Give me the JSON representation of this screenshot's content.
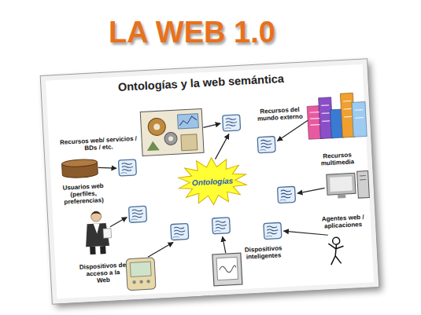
{
  "diagram": {
    "title": "LA WEB 1.0",
    "nodes": [
      {
        "text": [
          "Ontologías y la web semántica"
        ]
      },
      {
        "text": [
          "Recursos web/ servicios / BDs / etc."
        ],
        "in": 0
      },
      {
        "text": [
          "Recursos del mundo externo"
        ],
        "in": 0
      },
      {
        "text": [
          "Usuarios web (perfiles, preferencias)"
        ],
        "in": 0
      },
      {
        "text": [
          "Ontologías"
        ],
        "in": 0
      },
      {
        "text": [
          "Recursos multimedia"
        ],
        "in": 0
      },
      {
        "text": [
          "Agentes web / aplicaciones"
        ],
        "in": 0
      },
      {
        "text": [
          "Dispositivos de acceso a la Web"
        ],
        "in": 0
      },
      {
        "text": [
          "Dispositivos inteligentes"
        ],
        "in": 0
      }
    ],
    "edges": [
      {
        "from": 4,
        "to": 1,
        "arrow": "to"
      },
      {
        "from": 4,
        "to": 2,
        "arrow": "to"
      },
      {
        "from": 4,
        "to": 3,
        "arrow": "to"
      },
      {
        "from": 4,
        "to": 5,
        "arrow": "to"
      },
      {
        "from": 4,
        "to": 6,
        "arrow": "to"
      },
      {
        "from": 4,
        "to": 7,
        "arrow": "to"
      },
      {
        "from": 4,
        "to": 8,
        "arrow": "to"
      }
    ]
  }
}
